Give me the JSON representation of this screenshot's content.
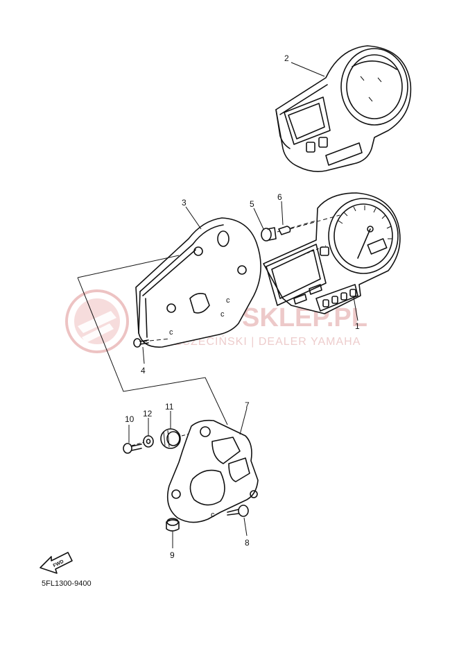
{
  "diagram": {
    "code": "5FL1300-9400",
    "fwd_label": "FWD",
    "watermark": {
      "title": "YAMA-SKLEP.PL",
      "subtitle": "SZCZECIŃSKI | DEALER YAMAHA",
      "color": "#e9b4b4"
    },
    "parts": [
      {
        "num": "1"
      },
      {
        "num": "2"
      },
      {
        "num": "3"
      },
      {
        "num": "4"
      },
      {
        "num": "5"
      },
      {
        "num": "6"
      },
      {
        "num": "7"
      },
      {
        "num": "8"
      },
      {
        "num": "9"
      },
      {
        "num": "10"
      },
      {
        "num": "11"
      },
      {
        "num": "12"
      }
    ]
  }
}
